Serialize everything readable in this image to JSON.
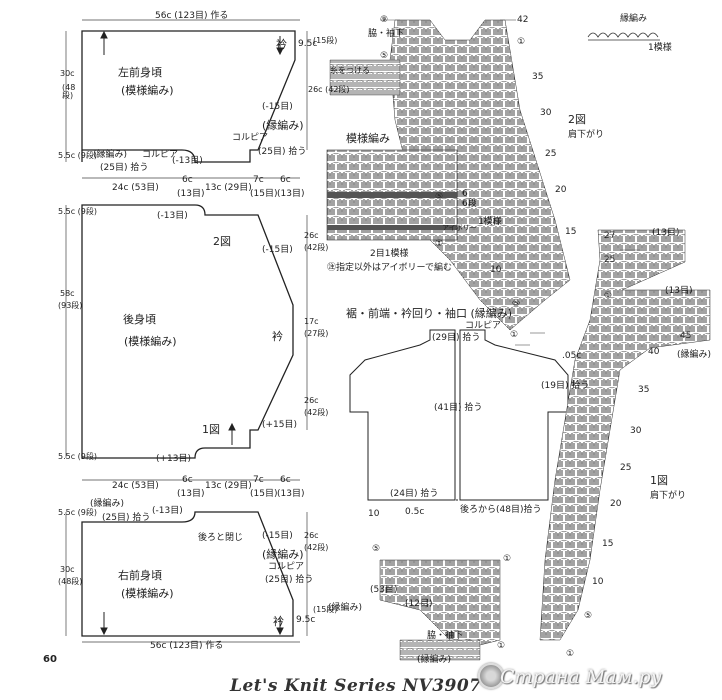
{
  "page": {
    "number": "60",
    "series_title": "Let's Knit Series NV3907",
    "watermark": "Страна Мам.ру",
    "watermark_logo": "strana-mam-logo"
  },
  "left_front": {
    "title": "左前身頃",
    "pattern": "(模様編み)",
    "top_width": "56c (123目) 作る",
    "height": "30c",
    "height_rows": "(48段)",
    "side_rows": "5.5c (9段)",
    "neck_drop": "9.5c",
    "neck_rows": "(15段)",
    "neck_label": "衿",
    "shoulder_height": "26c (42段)",
    "dec_15": "(-15目)",
    "border_label": "(縁編み)",
    "border_cont": "コルピア",
    "border_pick": "(25目) 拾う",
    "bottom_border": "(縁編み)",
    "bottom_pick": "(25目) 拾う",
    "bottom_cont": "コルピア",
    "dec_13": "(-13目)"
  },
  "widths_row_1": {
    "a": "24c (53目)",
    "b": "6c",
    "b2": "(13目)",
    "c": "13c (29目)",
    "d": "7c",
    "d2": "(15目)",
    "e": "6c",
    "e2": "(13目)"
  },
  "back": {
    "title": "後身頃",
    "pattern": "(模様編み)",
    "top_rows": "5.5c (9段)",
    "dec_13": "(-13目)",
    "fig_label": "2図",
    "dec_15": "(-15目)",
    "height": "58c",
    "height_rows": "(93段)",
    "neck_label": "衿",
    "neck_c": "17c",
    "neck_rows": "(27段)",
    "side_height": "26c",
    "side_rows": "(42段)",
    "inc_15": "(+15目)",
    "fig1_label": "1図",
    "inc_13": "(+13目)",
    "bottom_rows": "5.5c (9段)"
  },
  "widths_row_2": {
    "a": "24c (53目)",
    "b": "6c",
    "b2": "(13目)",
    "c": "13c (29目)",
    "d": "7c",
    "d2": "(15目)",
    "e": "6c",
    "e2": "(13目)"
  },
  "right_front": {
    "title": "右前身頃",
    "pattern": "(模様編み)",
    "border_label": "(縁編み)",
    "border_pick": "(25目) 拾う",
    "dec_13": "(-13目)",
    "back_close": "後ろと閉じ",
    "dec_15": "(-15目)",
    "border_label2": "(縁編み)",
    "border_cont": "コルピア",
    "border_pick2": "(25目) 拾う",
    "top_rows": "5.5c (9段)",
    "height": "30c",
    "height_rows": "(48段)",
    "side_c": "26c",
    "side_rows": "(42段)",
    "neck_label": "衿",
    "neck_drop": "9.5c",
    "neck_rows": "(15段)",
    "bottom_width": "56c (123目) 作る"
  },
  "top_right_chart": {
    "label_9": "⑨",
    "armhole": "脇・袖下",
    "label_42": "42",
    "label_1": "①",
    "attach_yarn": "糸をつける",
    "label_5": "⑤",
    "label_35": "35",
    "label_30": "30",
    "label_25": "25",
    "label_20": "20",
    "label_15": "15",
    "label_10": "10",
    "label_5b": "⑤",
    "label_1b": "①",
    "fig2": "2図",
    "shoulder_down": "肩下がり",
    "border_edge": "縁編み",
    "border_repeat": "1模様",
    "pattern_title": "模様編み",
    "legend_6": "6",
    "legend_5": "⑤",
    "legend_1": "①",
    "row_6": "6段",
    "repeat_one": "1模様",
    "ivory": "アイボリー",
    "repeat_2": "2目1模様",
    "note": "㊟指定以外はアイボリーで編む"
  },
  "collar_section": {
    "title": "裾・前端・衿回り・袖口 (縁編み)",
    "cont": "コルピア",
    "pick_29": "(29目) 拾う",
    "pick_41": "(41目) 拾う",
    "pick_19": "(19目) 拾う",
    "pick_24": "(24目) 拾う",
    "back_pick": "後ろから(48目)拾う",
    "pick_05": "0.5c",
    "sleeve_05": ".05c"
  },
  "bottom_chart": {
    "label_10": "10",
    "label_5": "⑤",
    "label_1": "①",
    "label_53": "(53目)",
    "label_12": "(12目)",
    "border": "(縁編み)",
    "armhole": "脇・袖下",
    "border2": "(縁編み)",
    "label_1b": "①"
  },
  "right_chart": {
    "label_27": "27",
    "label_13a": "(13目)",
    "label_25": "25",
    "label_13b": "(13目)",
    "label_1": "①",
    "label_45": "45",
    "label_40": "40",
    "border": "(縁編み)",
    "label_35": "35",
    "label_30": "30",
    "label_25b": "25",
    "fig1": "1図",
    "shoulder_down": "肩下がり",
    "label_20": "20",
    "label_15": "15",
    "label_10": "10",
    "label_5": "⑤",
    "label_1b": "①"
  }
}
